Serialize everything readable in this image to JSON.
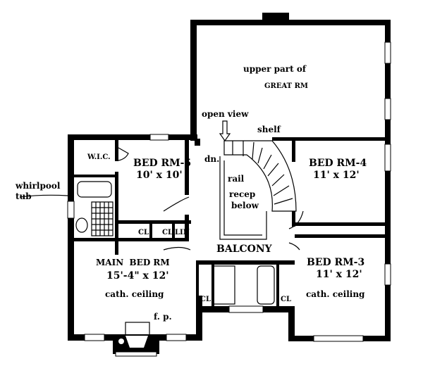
{
  "rooms": {
    "great_rm": {
      "line1": "upper part of",
      "line2": "GREAT RM"
    },
    "open_view": "open view",
    "shelf": "shelf",
    "dn": "dn.",
    "rail": "rail",
    "recep": {
      "line1": "recep",
      "line2": "below"
    },
    "wic": "W.I.C.",
    "bed5": {
      "name": "BED RM-5",
      "size": "10' x 10'"
    },
    "bed4": {
      "name": "BED RM-4",
      "size": "11' x 12'"
    },
    "bed3": {
      "name": "BED RM-3",
      "size": "11' x 12'",
      "note": "cath. ceiling"
    },
    "main_bed": {
      "name": "MAIN  BED RM",
      "size": "15'-4\" x 12'",
      "note": "cath. ceiling"
    },
    "whirlpool": {
      "line1": "whirlpool",
      "line2": "tub"
    },
    "balcony": "BALCONY",
    "fp": "f. p.",
    "cl_labels": [
      "CL",
      "CL",
      "CL",
      "CL"
    ],
    "lin": "LIN"
  }
}
